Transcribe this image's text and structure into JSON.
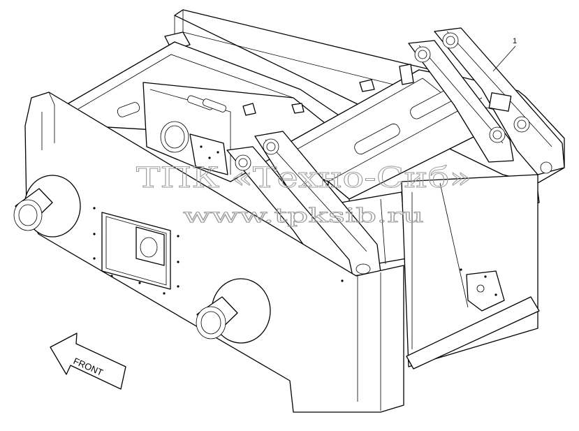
{
  "drawing": {
    "callouts": [
      {
        "label": "1"
      }
    ],
    "direction_arrow": {
      "label": "FRONT"
    }
  },
  "watermark": {
    "line1": "ТПК «Техно-Сиб»",
    "line2": "www.tpksib.ru"
  },
  "colors": {
    "line": "#000000",
    "background": "#ffffff",
    "watermark": "#9a9a9a"
  }
}
